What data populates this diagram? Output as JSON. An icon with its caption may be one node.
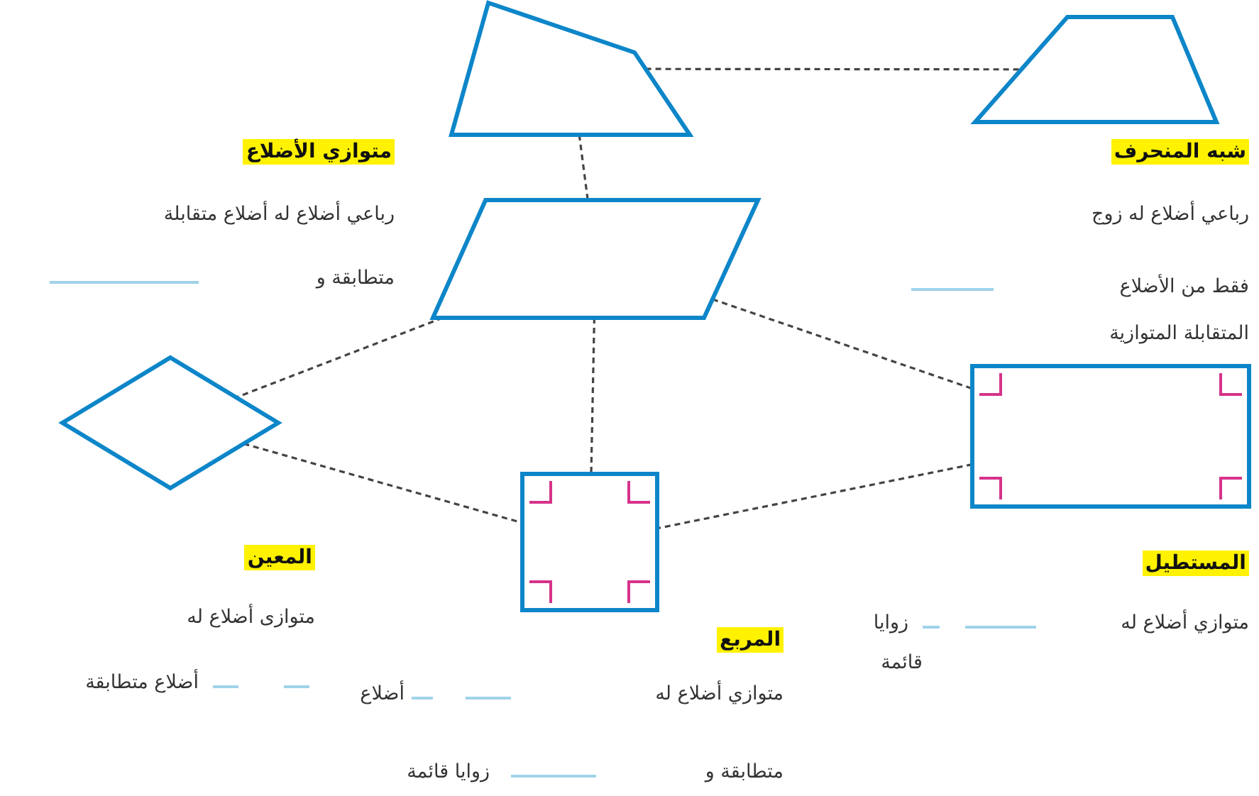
{
  "diagram": {
    "nodes": [
      {
        "text": [],
        "shape": "quadrilateral"
      },
      {
        "text": [
          "شبه المنحرف"
        ],
        "beside": [
          "رباعي أضلاع له زوج",
          "فقط من الأضلاع",
          "المتقابلة المتوازية"
        ]
      },
      {
        "text": [],
        "shape": "parallelogram"
      },
      {
        "text": [
          "المعين"
        ],
        "beside": [
          "متوازى أضلاع له",
          "أضلاع متطابقة"
        ]
      },
      {
        "text": [
          "المربع"
        ],
        "beside": [
          "متوازي أضلاع له",
          "أضلاع",
          "متطابقة و",
          "زوايا قائمة"
        ]
      },
      {
        "text": [
          "المستطيل"
        ],
        "beside": [
          "متوازي أضلاع له",
          "زوايا",
          "قائمة"
        ]
      }
    ],
    "edges": [
      {
        "from": 0,
        "to": 1,
        "arrow": "none",
        "style": "dashed"
      },
      {
        "from": 0,
        "to": 2,
        "arrow": "none",
        "style": "dashed"
      },
      {
        "from": 2,
        "to": 3,
        "arrow": "none",
        "style": "dashed"
      },
      {
        "from": 2,
        "to": 4,
        "arrow": "none",
        "style": "dashed"
      },
      {
        "from": 2,
        "to": 5,
        "arrow": "none",
        "style": "dashed"
      },
      {
        "from": 3,
        "to": 4,
        "arrow": "none",
        "style": "dashed"
      },
      {
        "from": 5,
        "to": 4,
        "arrow": "none",
        "style": "dashed"
      }
    ],
    "labels": [
      "متوازي الأضلاع",
      "رباعي أضلاع له أضلاع متقابلة",
      "متطابقة و"
    ]
  }
}
